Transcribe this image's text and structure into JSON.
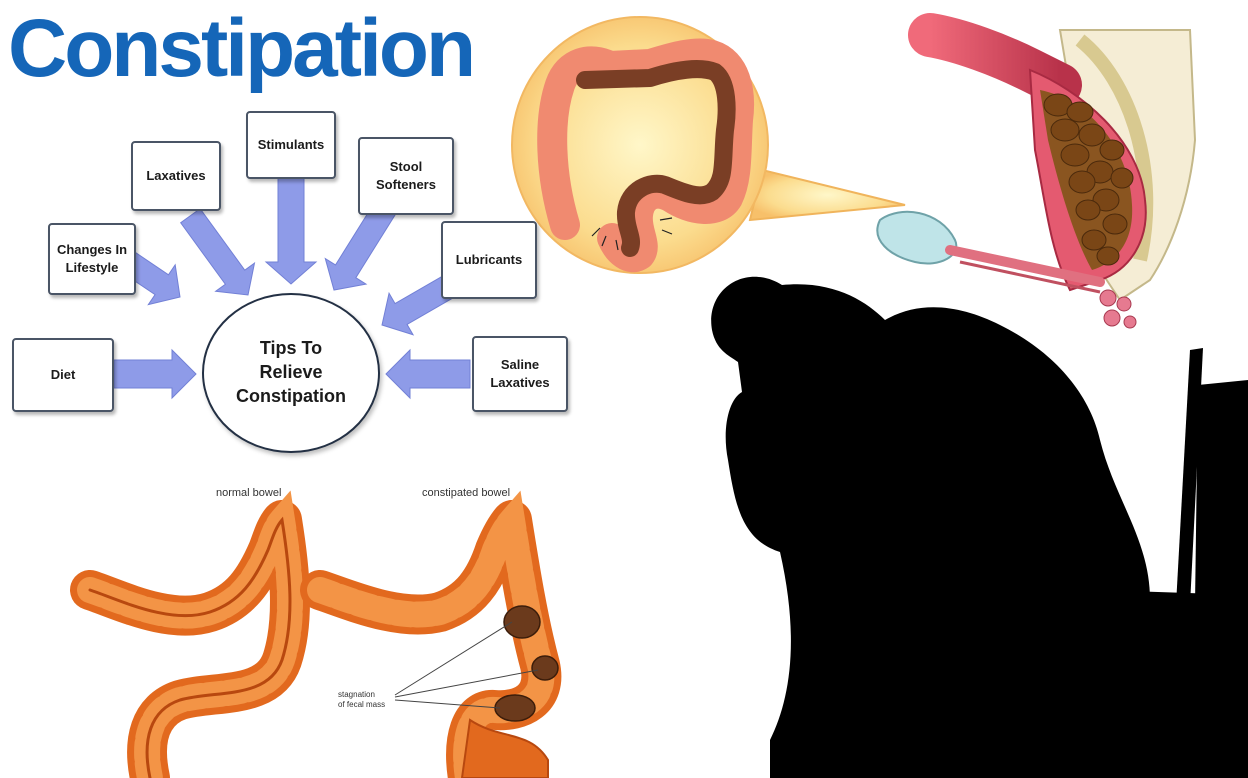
{
  "title": "Constipation",
  "diagram": {
    "center": "Tips To\nRelieve\nConstipation",
    "tips": [
      {
        "key": "diet",
        "label": "Diet"
      },
      {
        "key": "lifestyle",
        "label": "Changes In\nLifestyle"
      },
      {
        "key": "laxatives",
        "label": "Laxatives"
      },
      {
        "key": "stimulants",
        "label": "Stimulants"
      },
      {
        "key": "stool-softeners",
        "label": "Stool\nSofteners"
      },
      {
        "key": "lubricants",
        "label": "Lubricants"
      },
      {
        "key": "saline-laxatives",
        "label": "Saline\nLaxatives"
      }
    ]
  },
  "bowel_illustration": {
    "normal_label": "normal bowel",
    "constipated_label": "constipated bowel",
    "annotation": "stagnation\nof fecal mass"
  },
  "colors": {
    "title": "#1566b8",
    "arrow": "#8e9be8",
    "bowel": "#e2691e",
    "fecal_mass": "#6b3a1c",
    "bubble": "#fbd48a",
    "silhouette": "#000000"
  },
  "icons": [
    "arrow-icon",
    "colon-icon",
    "person-silhouette-icon",
    "rectum-cross-section-icon"
  ]
}
